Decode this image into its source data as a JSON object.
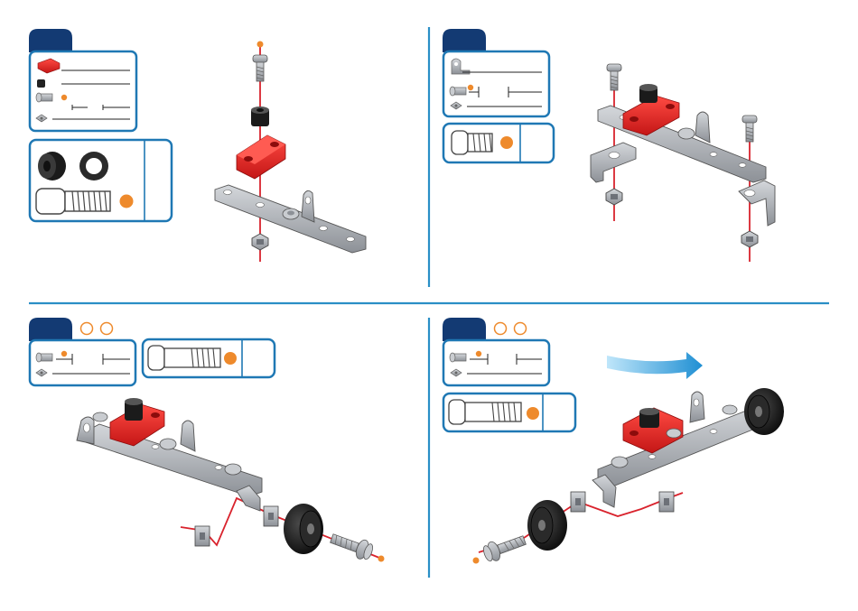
{
  "colors": {
    "frame_blue": "#1f78b4",
    "tab_navy": "#133a73",
    "divider_blue": "#2a8fc6",
    "part_red": "#e52a2a",
    "metal_grey": "#a3a7ad",
    "marker_orange": "#ee8a2c",
    "axis_red": "#d9232d",
    "wheel_black": "#1e1e1e",
    "arrow_blue": "#3fa9e5"
  },
  "steps": [
    {
      "name": "step-1",
      "parts": [
        "red-double-block",
        "black-spacer",
        "bolt-short",
        "square-nut"
      ],
      "callout": [
        "black-collar",
        "washer",
        "bolt-long"
      ],
      "extra_circles": 0
    },
    {
      "name": "step-2",
      "parts": [
        "angle-bracket",
        "bolt-short",
        "square-nut"
      ],
      "callout": [
        "bolt-long"
      ],
      "extra_circles": 0
    },
    {
      "name": "step-3",
      "parts": [
        "bolt-short",
        "square-nut"
      ],
      "callout": [
        "bolt-long"
      ],
      "extra_circles": 2
    },
    {
      "name": "step-4",
      "parts": [
        "bolt-short",
        "square-nut"
      ],
      "callout": [
        "bolt-long"
      ],
      "extra_circles": 2
    }
  ],
  "icons": {
    "rotate_arrow": "rotate-arrow-icon",
    "marker": "orange-dot-icon"
  }
}
